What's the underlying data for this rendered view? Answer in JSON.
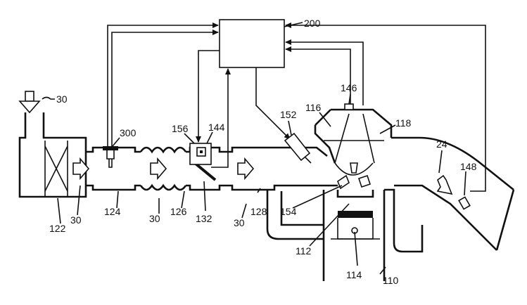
{
  "labels": {
    "ecu": "200",
    "intake_air_top": "30",
    "air_cleaner": "122",
    "air_flow_near_cleaner": "30",
    "pipe_124": "124",
    "sensor_300": "300",
    "bellows_air": "30",
    "pipe_126": "126",
    "throttle": "132",
    "sensor_156": "156",
    "sensor_144": "144",
    "air_after_throttle": "30",
    "surge_128": "128",
    "injector": "152",
    "valve_116": "116",
    "plug_146": "146",
    "valve_118": "118",
    "exhaust": "24",
    "sensor_148": "148",
    "piston_region": "154",
    "cylinder": "112",
    "piston": "114",
    "engine": "110"
  }
}
